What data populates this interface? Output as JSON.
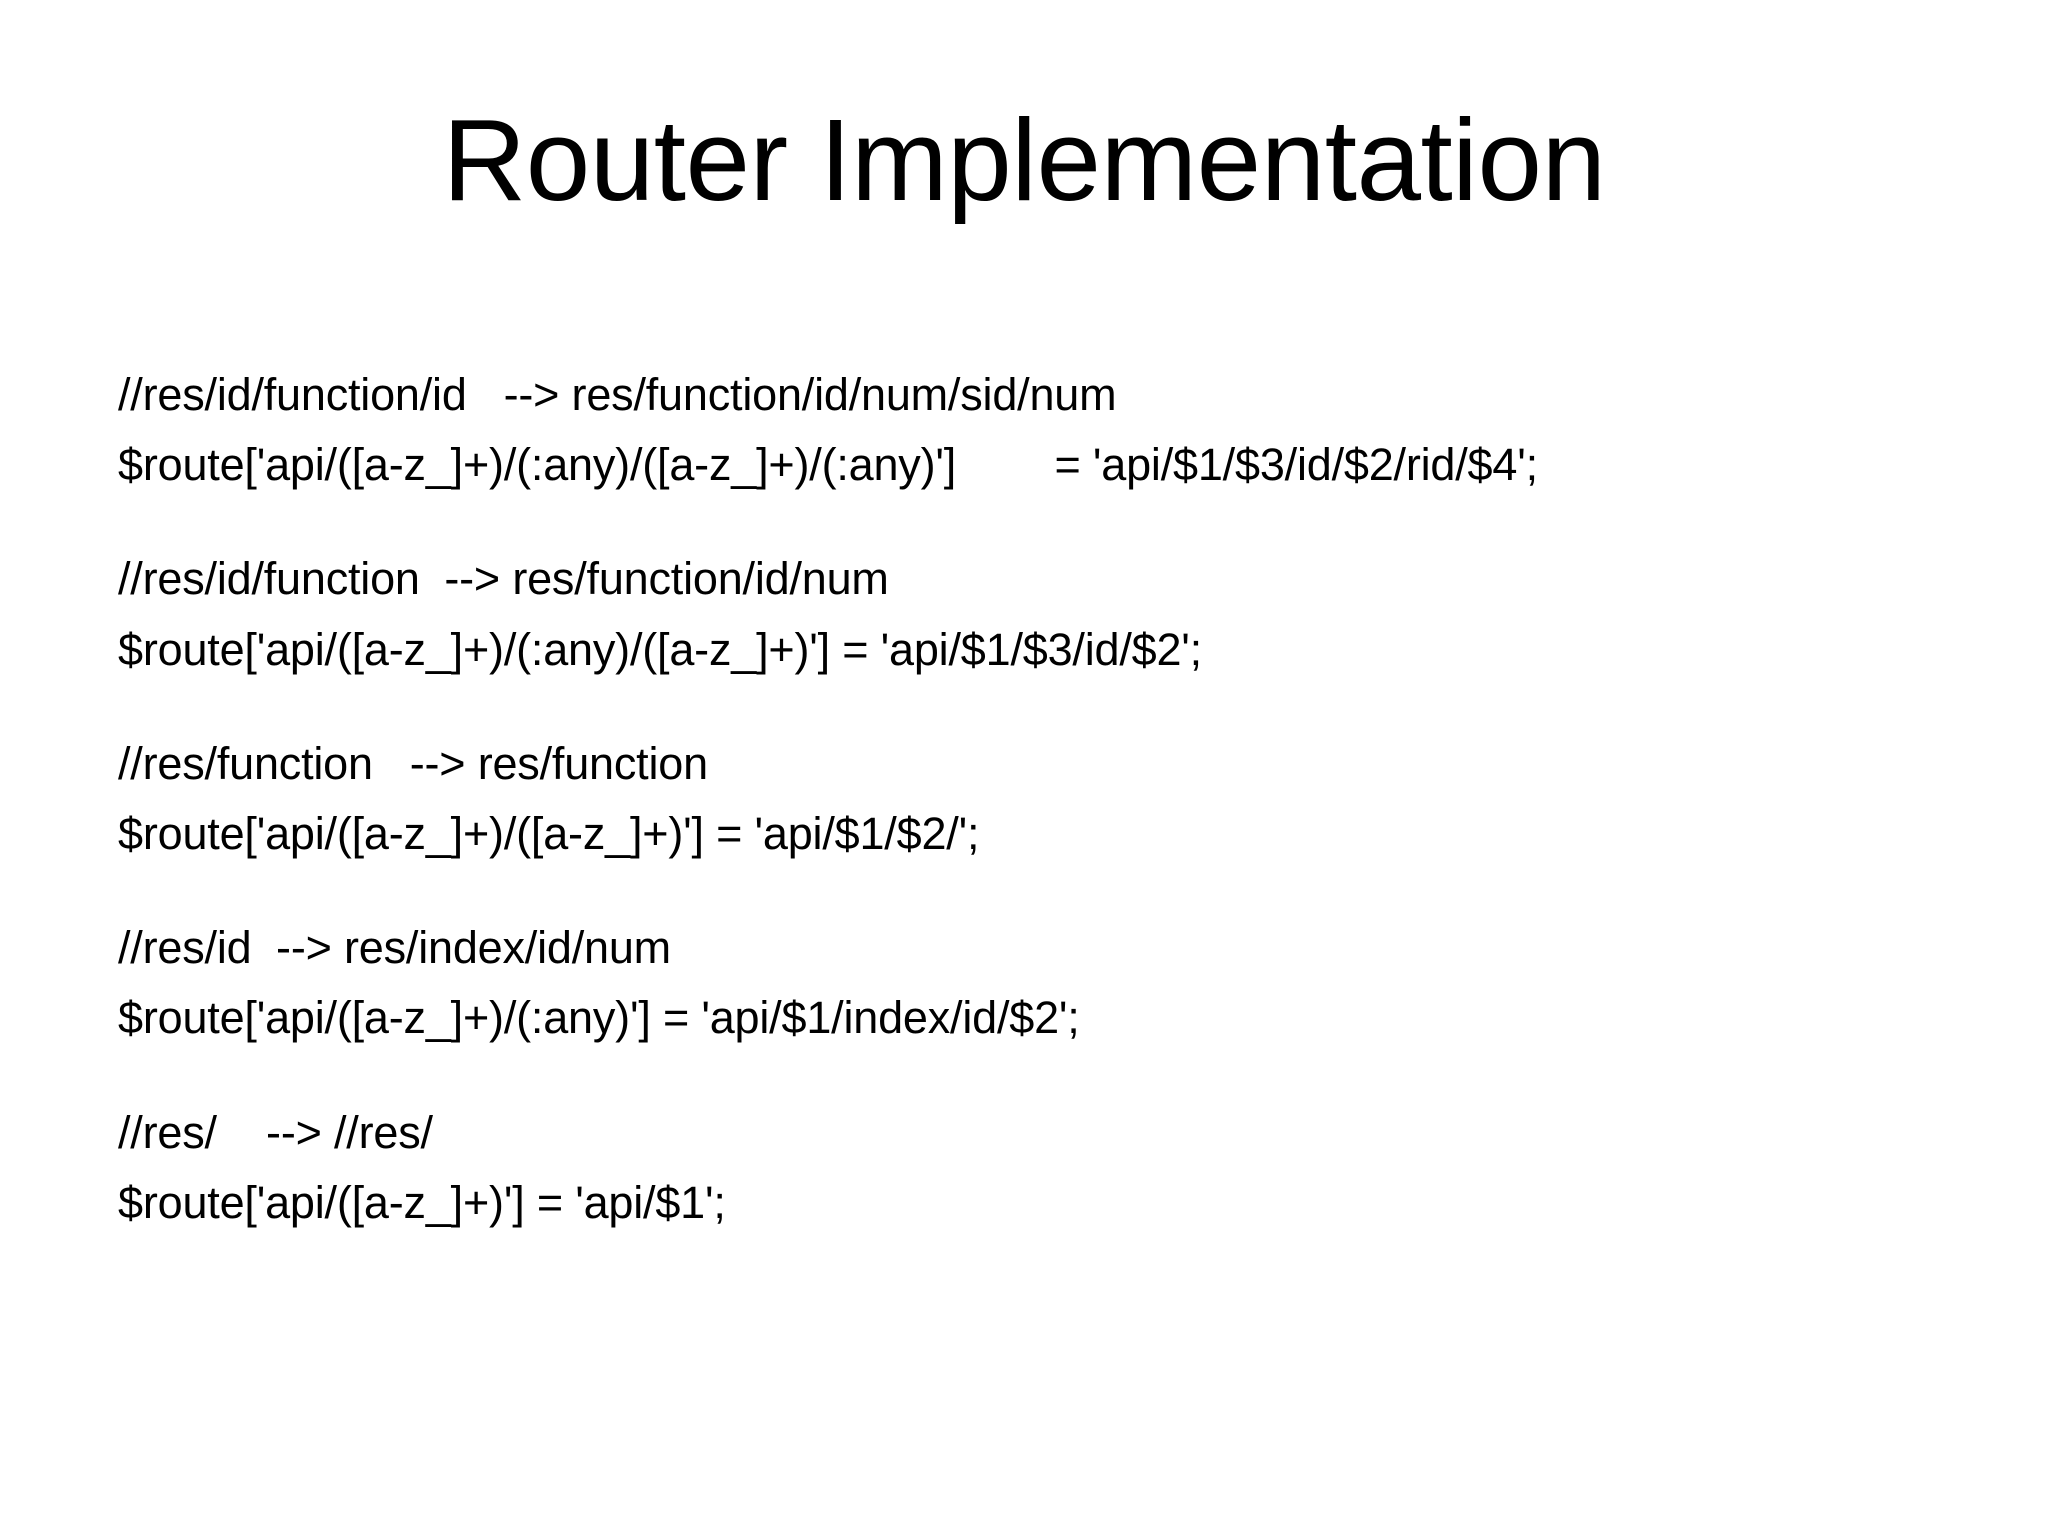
{
  "slide": {
    "title": "Router Implementation",
    "background_color": "#ffffff",
    "text_color": "#000000",
    "route_groups": [
      {
        "comment": "//res/id/function/id   --> res/function/id/num/sid/num",
        "declaration": "$route['api/([a-z_]+)/(:any)/([a-z_]+)/(:any)']        = 'api/$1/$3/id/$2/rid/$4';"
      },
      {
        "comment": "//res/id/function  --> res/function/id/num",
        "declaration": "$route['api/([a-z_]+)/(:any)/([a-z_]+)'] = 'api/$1/$3/id/$2';"
      },
      {
        "comment": "//res/function   --> res/function",
        "declaration": "$route['api/([a-z_]+)/([a-z_]+)'] = 'api/$1/$2/';"
      },
      {
        "comment": "//res/id  --> res/index/id/num",
        "declaration": "$route['api/([a-z_]+)/(:any)'] = 'api/$1/index/id/$2';"
      },
      {
        "comment": "//res/    --> //res/",
        "declaration": "$route['api/([a-z_]+)'] = 'api/$1';"
      }
    ]
  }
}
